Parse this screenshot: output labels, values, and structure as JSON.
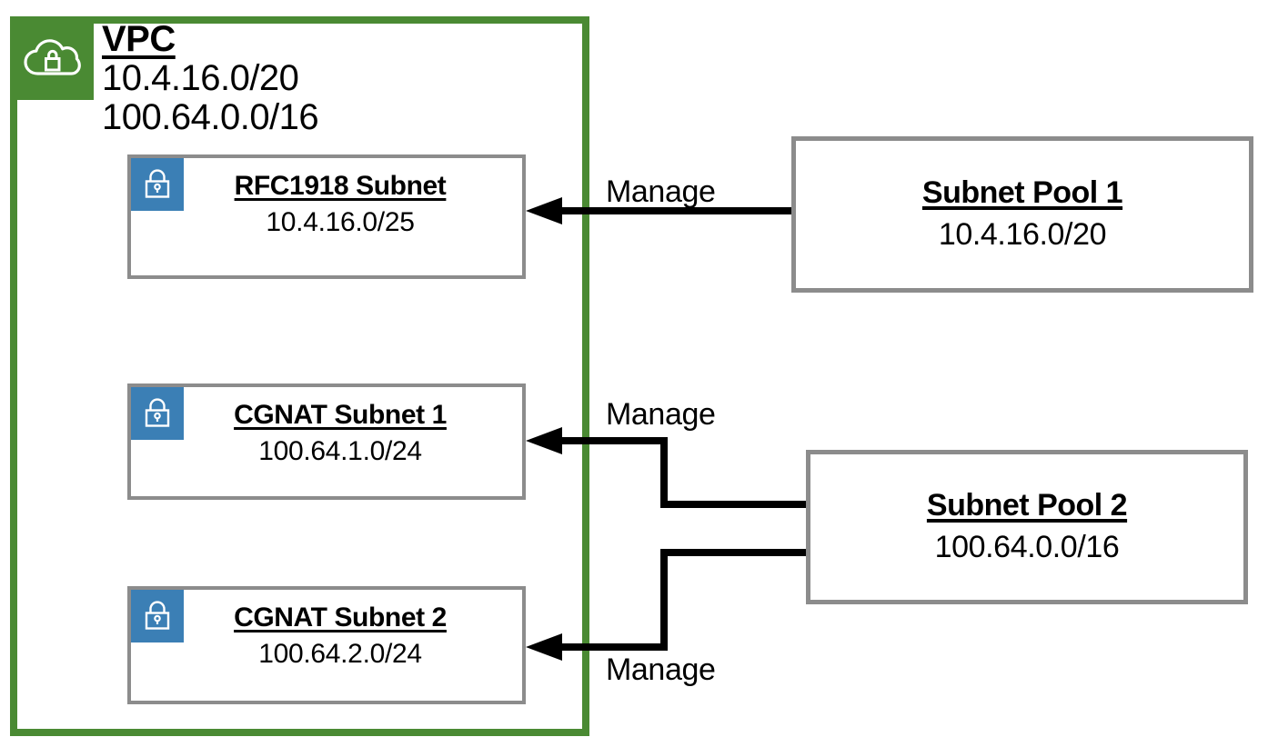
{
  "diagram": {
    "type": "network-architecture",
    "background": "#ffffff",
    "colors": {
      "vpc_green": "#4A8A33",
      "subnet_blue": "#3B7FB5",
      "box_gray": "#8C8C8C",
      "line_black": "#000000"
    }
  },
  "vpc": {
    "title": "VPC",
    "cidrs": [
      "10.4.16.0/20",
      "100.64.0.0/16"
    ],
    "icon": "vpc-cloud-lock-icon"
  },
  "subnets": [
    {
      "name": "RFC1918 Subnet",
      "cidr": "10.4.16.0/25",
      "icon": "subnet-lock-icon"
    },
    {
      "name": "CGNAT Subnet 1",
      "cidr": "100.64.1.0/24",
      "icon": "subnet-lock-icon"
    },
    {
      "name": "CGNAT Subnet 2",
      "cidr": "100.64.2.0/24",
      "icon": "subnet-lock-icon"
    }
  ],
  "pools": [
    {
      "name": "Subnet Pool 1",
      "cidr": "10.4.16.0/20"
    },
    {
      "name": "Subnet Pool 2",
      "cidr": "100.64.0.0/16"
    }
  ],
  "edges": [
    {
      "label": "Manage",
      "from": "Subnet Pool 1",
      "to": "RFC1918 Subnet"
    },
    {
      "label": "Manage",
      "from": "Subnet Pool 2",
      "to": "CGNAT Subnet 1"
    },
    {
      "label": "Manage",
      "from": "Subnet Pool 2",
      "to": "CGNAT Subnet 2"
    }
  ]
}
